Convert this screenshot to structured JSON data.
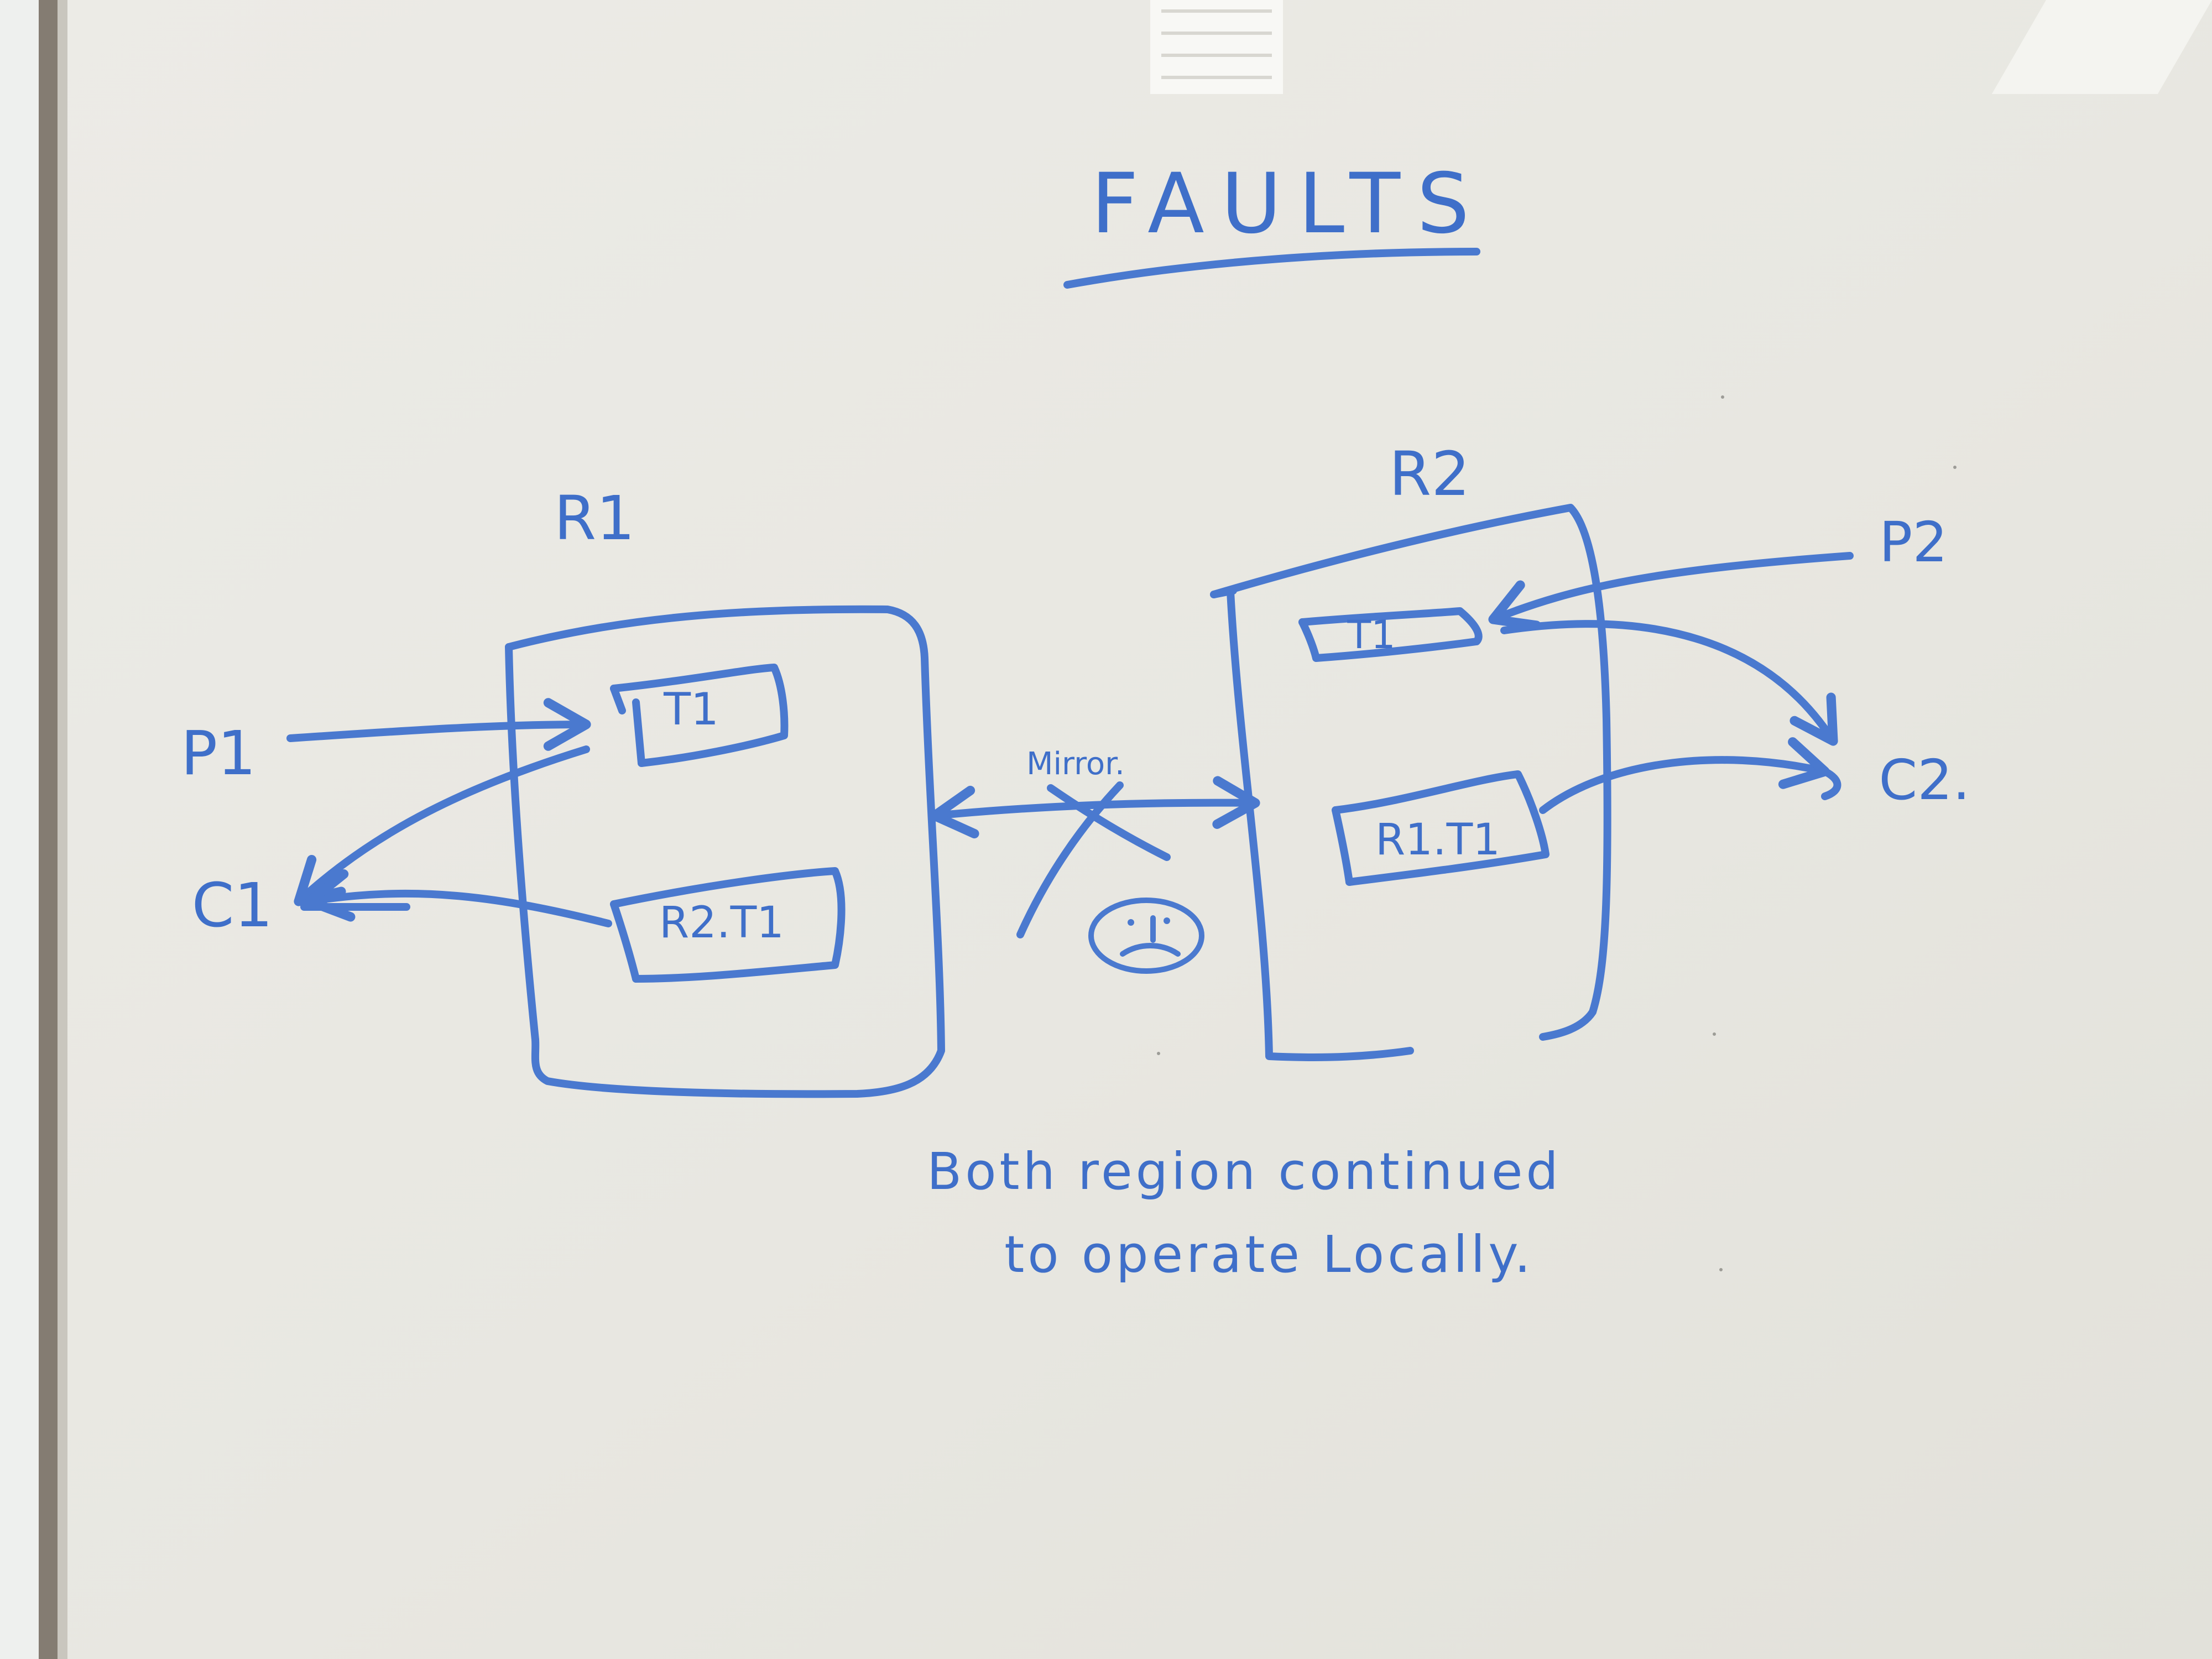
{
  "title": "FAULTS",
  "regions": {
    "r1": {
      "label": "R1",
      "topics": [
        "T1",
        "R2.T1"
      ]
    },
    "r2": {
      "label": "R2",
      "topics": [
        "T1",
        "R1.T1"
      ]
    }
  },
  "clients": {
    "p1": "P1",
    "c1": "C1",
    "p2": "P2",
    "c2": "C2."
  },
  "link": {
    "label": "Mirror.",
    "status": "broken",
    "emoticon": "sad-face-icon"
  },
  "note": {
    "line1": "Both region continued",
    "line2": "to operate Locally."
  },
  "colors": {
    "ink": "#4a79cf",
    "board": "#e9e8e2",
    "frame": "#8a8379"
  }
}
